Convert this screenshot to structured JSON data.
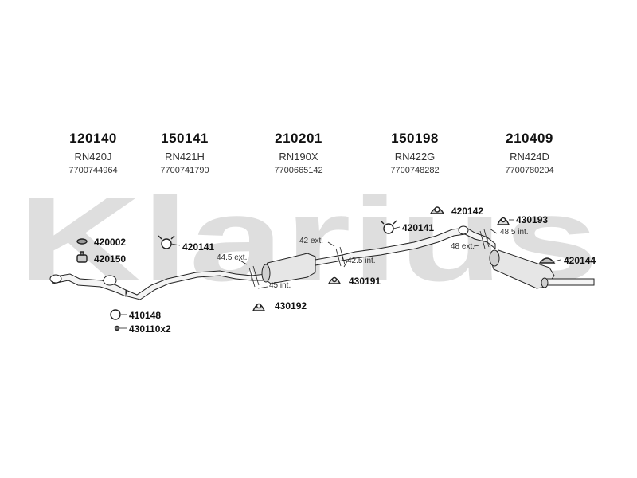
{
  "brand": {
    "watermark": "Klarius",
    "color": "#d9d9d9"
  },
  "headers": [
    {
      "code": "120140",
      "ref": "RN420J",
      "oem": "7700744964"
    },
    {
      "code": "150141",
      "ref": "RN421H",
      "oem": "7700741790"
    },
    {
      "code": "210201",
      "ref": "RN190X",
      "oem": "7700665142"
    },
    {
      "code": "150198",
      "ref": "RN422G",
      "oem": "7700748282"
    },
    {
      "code": "210409",
      "ref": "RN424D",
      "oem": "7700780204"
    }
  ],
  "parts": {
    "p420002": "420002",
    "p420150": "420150",
    "p410148": "410148",
    "p430110x2": "430110x2",
    "p420141a": "420141",
    "p430191": "430191",
    "p430192": "430192",
    "p420141b": "420141",
    "p420142": "420142",
    "p430193": "430193",
    "p420144": "420144"
  },
  "dimensions": {
    "d445ext": "44.5 ext.",
    "d45int": "45 int.",
    "d42ext": "42 ext.",
    "d425int": "42.5 int.",
    "d48ext": "48 ext.",
    "d485int": "48.5 int."
  },
  "colors": {
    "line": "#222222",
    "pipe_fill": "#f4f4f4",
    "muffler_fill": "#e6e6e6"
  }
}
